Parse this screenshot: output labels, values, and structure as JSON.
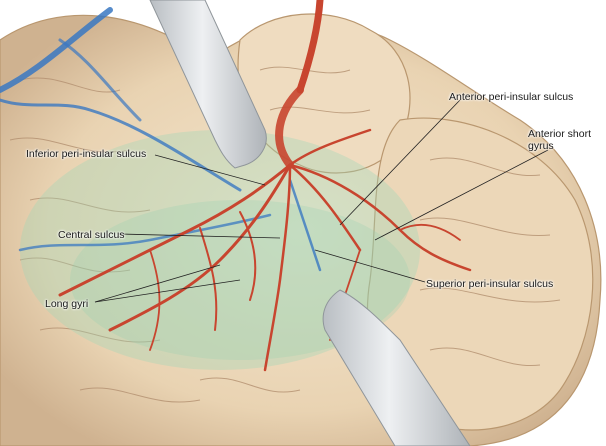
{
  "labels": {
    "anterior_peri_insular_sulcus": "Anterior peri-insular sulcus",
    "anterior_short_gyrus": "Anterior short gyrus",
    "inferior_peri_insular_sulcus": "Inferior peri-insular sulcus",
    "central_sulcus": "Central sulcus",
    "superior_peri_insular_sulcus": "Superior peri-insular sulcus",
    "long_gyri": "Long gyri"
  },
  "colors": {
    "brain_tissue": "#efdcc0",
    "brain_shadow": "#c9ad8a",
    "insula_overlay": "#9fd6b8",
    "artery": "#c8452f",
    "vein": "#3a78c2",
    "retractor": "#d9dde0"
  }
}
